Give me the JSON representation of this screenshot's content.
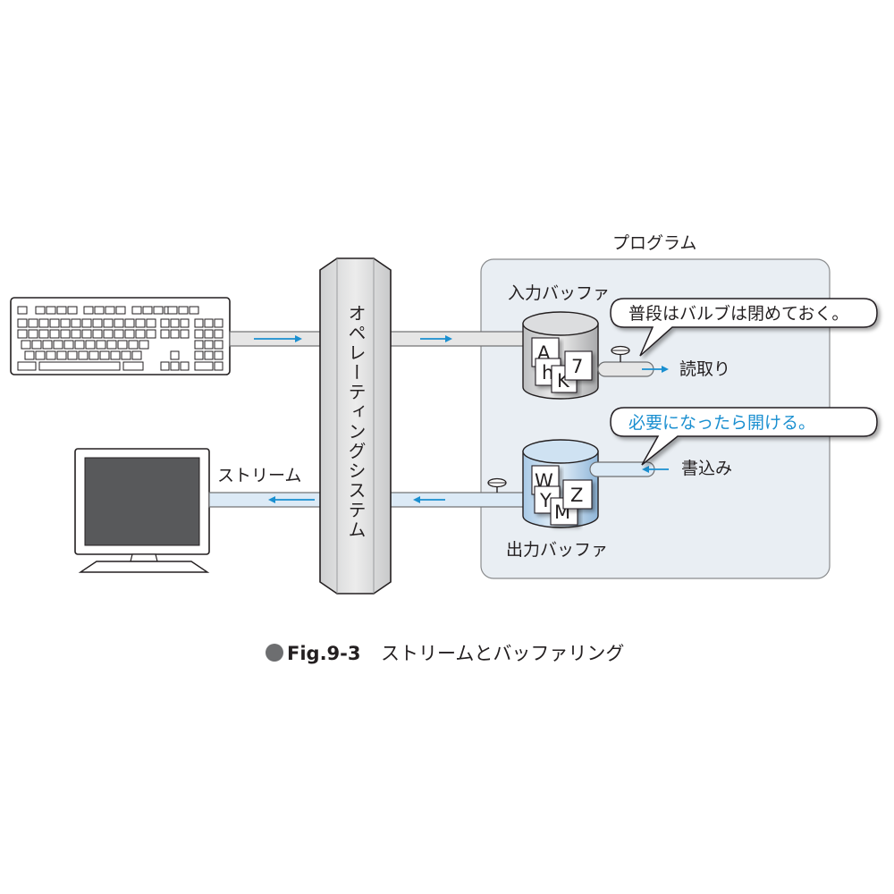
{
  "program_label": "プログラム",
  "input_buffer_label": "入力バッファ",
  "output_buffer_label": "出力バッファ",
  "os_label": "オペレーティングシステム",
  "stream_label": "ストリーム",
  "read_label": "読取り",
  "write_label": "書込み",
  "bubble_closed": "普段はバルブは閉めておく。",
  "bubble_open": "必要になったら開ける。",
  "input_cards": [
    "A",
    "h",
    "K",
    "7"
  ],
  "output_cards": [
    "W",
    "Y",
    "M",
    "Z"
  ],
  "caption_fig": "Fig.9-3",
  "caption_text": "ストリームとバッファリング",
  "colors": {
    "arrow_blue": "#1a8fd0",
    "program_fill": "#e9eef3",
    "pipe_gray": "#e6e6e6",
    "pipe_blue": "#dceaf6",
    "screen": "#58595b"
  }
}
